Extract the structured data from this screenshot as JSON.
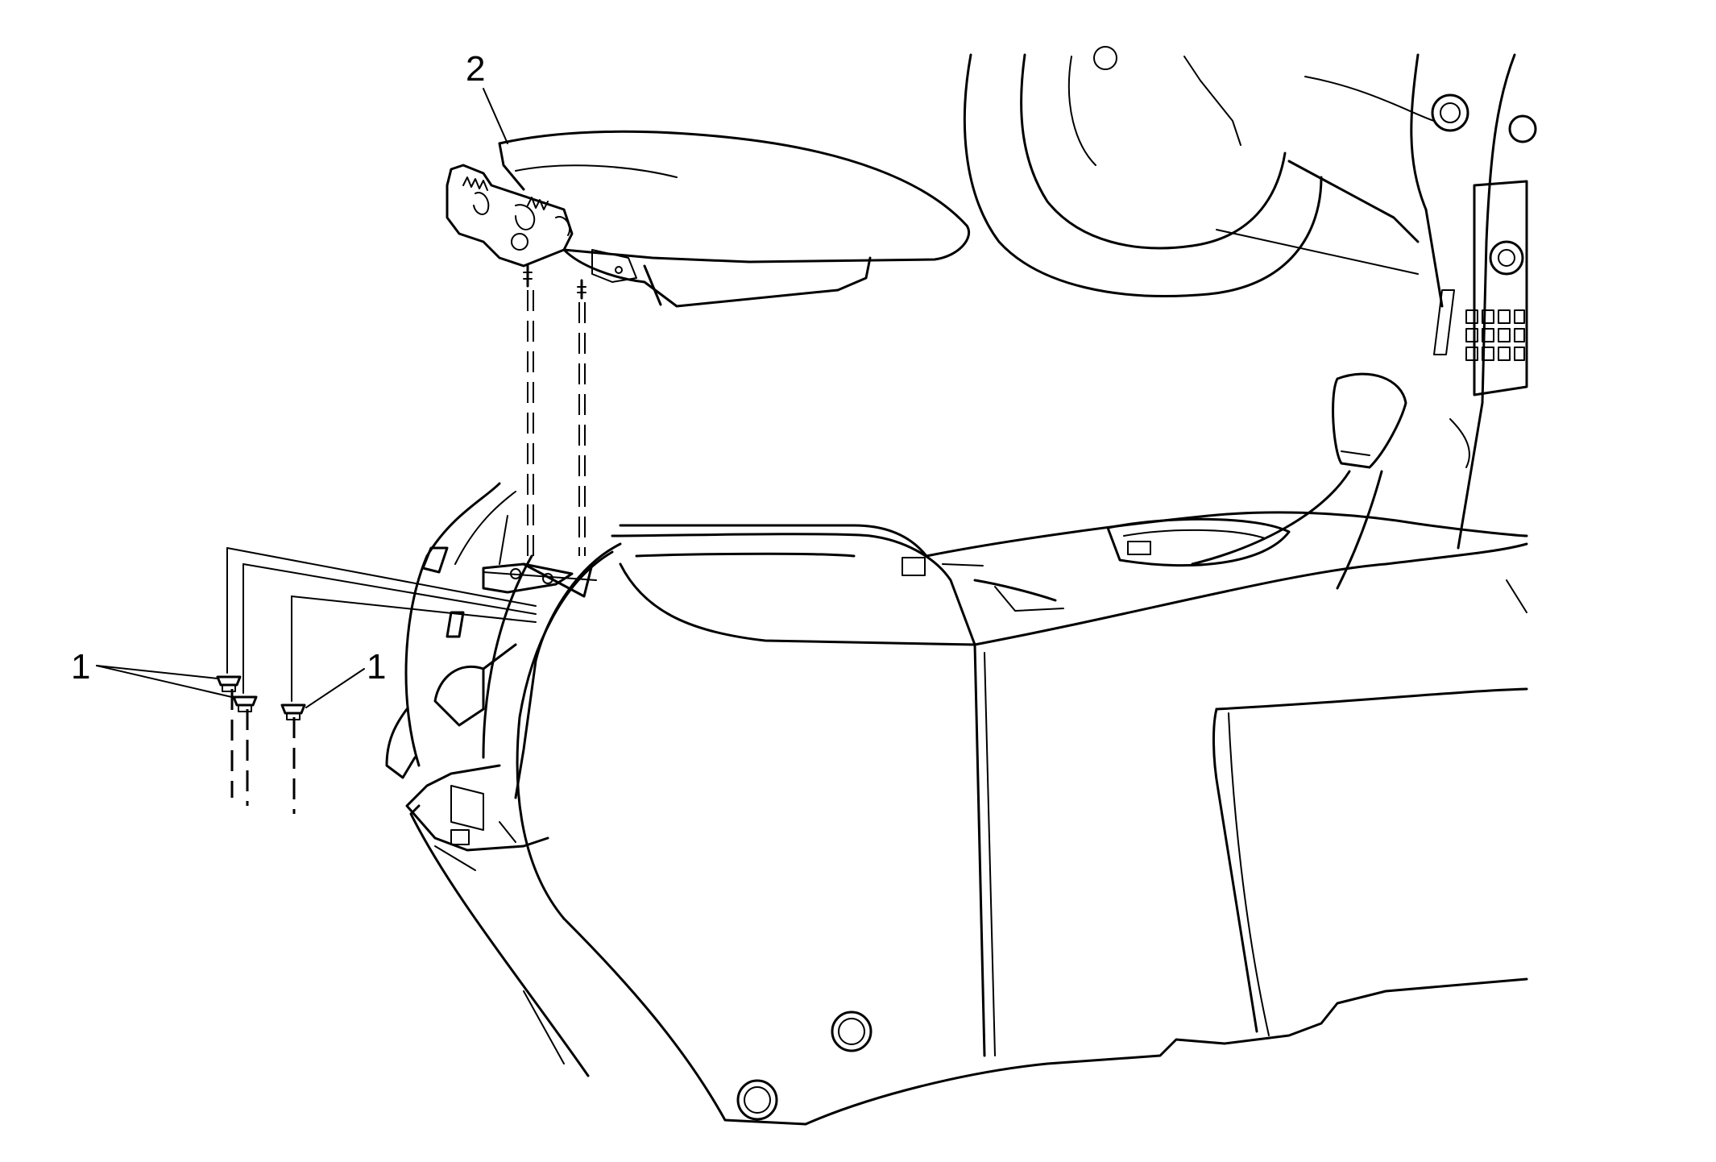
{
  "callouts": {
    "nut_left": "1",
    "nut_right": "1",
    "armrest": "2"
  }
}
